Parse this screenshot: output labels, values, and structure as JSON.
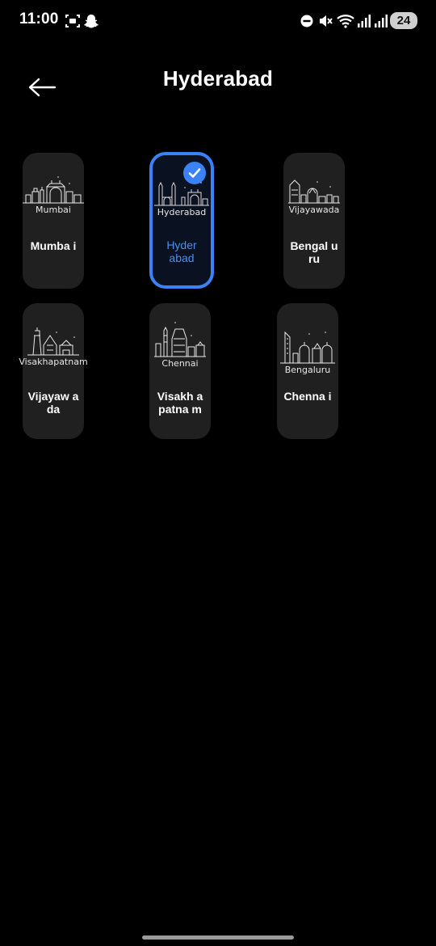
{
  "status_bar": {
    "time": "11:00",
    "battery": "24",
    "icons": [
      "screenshot-icon",
      "snapchat-icon",
      "dnd-icon",
      "mute-icon",
      "wifi-icon",
      "signal-icon",
      "signal-icon"
    ]
  },
  "header": {
    "back_icon": "arrow-left-icon",
    "title": "Hyderabad"
  },
  "cities": [
    {
      "art_caption": "Mumbai",
      "label": "Mumba i",
      "selected": false
    },
    {
      "art_caption": "Hyderabad",
      "label": "Hyder abad",
      "selected": true
    },
    {
      "art_caption": "Vijayawada",
      "label": "Bengal uru",
      "selected": false
    },
    {
      "art_caption": "Visakhapatnam",
      "label": "Vijayaw ada",
      "selected": false
    },
    {
      "art_caption": "Chennai",
      "label": "Visakh apatna m",
      "selected": false
    },
    {
      "art_caption": "Bengaluru",
      "label": "Chenna i",
      "selected": false
    }
  ],
  "colors": {
    "background": "#000000",
    "card": "#202020",
    "accent": "#3b82f6",
    "selected_label": "#4c8ff0"
  }
}
